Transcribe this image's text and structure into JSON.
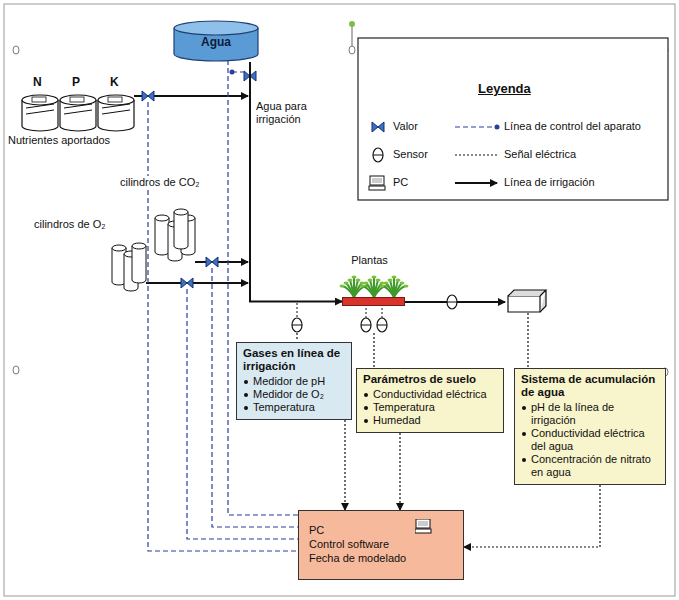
{
  "diagram": {
    "nodes": [
      {
        "text": [
          "Agua"
        ]
      },
      {
        "text": [
          "Gases en línea de irrigación",
          "Medidor de pH",
          "Medidor de O₂",
          "Temperatura"
        ]
      },
      {
        "text": [
          "Parámetros de suelo",
          "Conductividad eléctrica",
          "Temperatura",
          "Humedad"
        ]
      },
      {
        "text": [
          "Sistema de acumulación de agua",
          "pH de la línea de irrigación",
          "Conductividad eléctrica del agua",
          "Concentración de nitrato en agua"
        ]
      },
      {
        "text": [
          "PC",
          "Control software",
          "Fecha de modelado"
        ]
      },
      {
        "text": [
          "Plantas"
        ]
      }
    ],
    "edges": [
      {
        "from": 0,
        "to": 5,
        "arrow": "to"
      },
      {
        "from": 4,
        "to": 0,
        "arrow": "none"
      },
      {
        "from": 1,
        "to": 4,
        "arrow": "to"
      },
      {
        "from": 2,
        "to": 4,
        "arrow": "to"
      },
      {
        "from": 3,
        "to": 4,
        "arrow": "to"
      }
    ],
    "labels": [
      "N",
      "P",
      "K",
      "Nutrientes aportados",
      "Agua para irrigación",
      "cilindros de CO₂",
      "cilindros de O₂",
      "Leyenda"
    ],
    "legend": [
      {
        "text": "Valor"
      },
      {
        "text": "Línea de control del aparato"
      },
      {
        "text": "Sensor"
      },
      {
        "text": "Señal eléctrica"
      },
      {
        "text": "PC"
      },
      {
        "text": "Línea de irrigación"
      }
    ]
  }
}
